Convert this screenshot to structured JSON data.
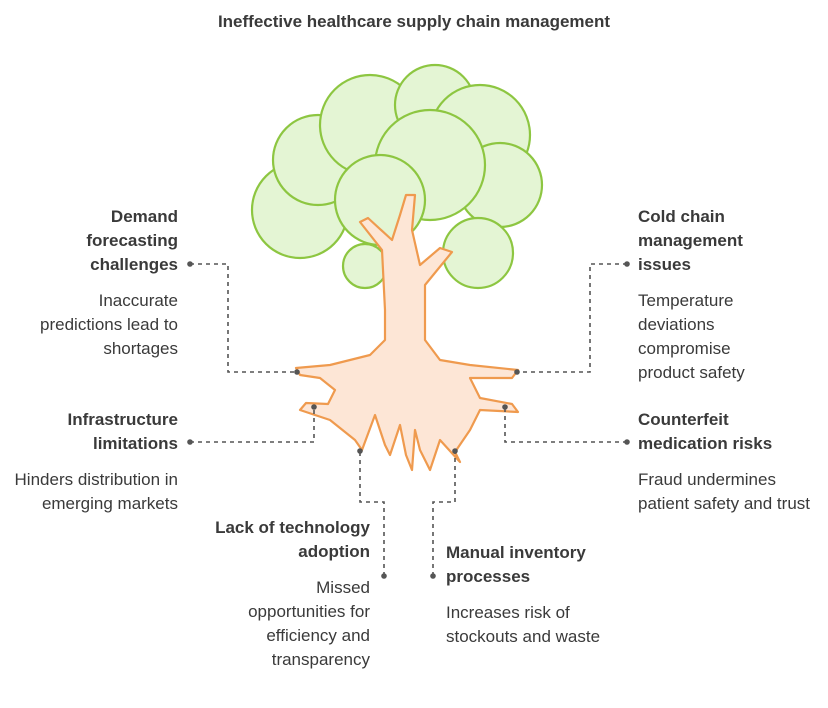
{
  "title": "Ineffective healthcare supply chain management",
  "branches": [
    {
      "key": "demand",
      "heading": "Demand forecasting challenges",
      "description": "Inaccurate predictions lead to shortages"
    },
    {
      "key": "infrastructure",
      "heading": "Infrastructure limitations",
      "description": "Hinders distribution in emerging markets"
    },
    {
      "key": "technology",
      "heading": "Lack of technology adoption",
      "description": "Missed opportunities for efficiency and transparency"
    },
    {
      "key": "inventory",
      "heading": "Manual inventory processes",
      "description": "Increases risk of stockouts and waste"
    },
    {
      "key": "coldchain",
      "heading": "Cold chain management issues",
      "description": "Temperature deviations compromise product safety"
    },
    {
      "key": "counterfeit",
      "heading": "Counterfeit medication risks",
      "description": "Fraud undermines patient safety and trust"
    }
  ],
  "colors": {
    "foliage_fill": "#e4f5d4",
    "foliage_stroke": "#8dc641",
    "trunk_fill": "#fde6d6",
    "trunk_stroke": "#ef9a4e",
    "connector": "#555555"
  }
}
